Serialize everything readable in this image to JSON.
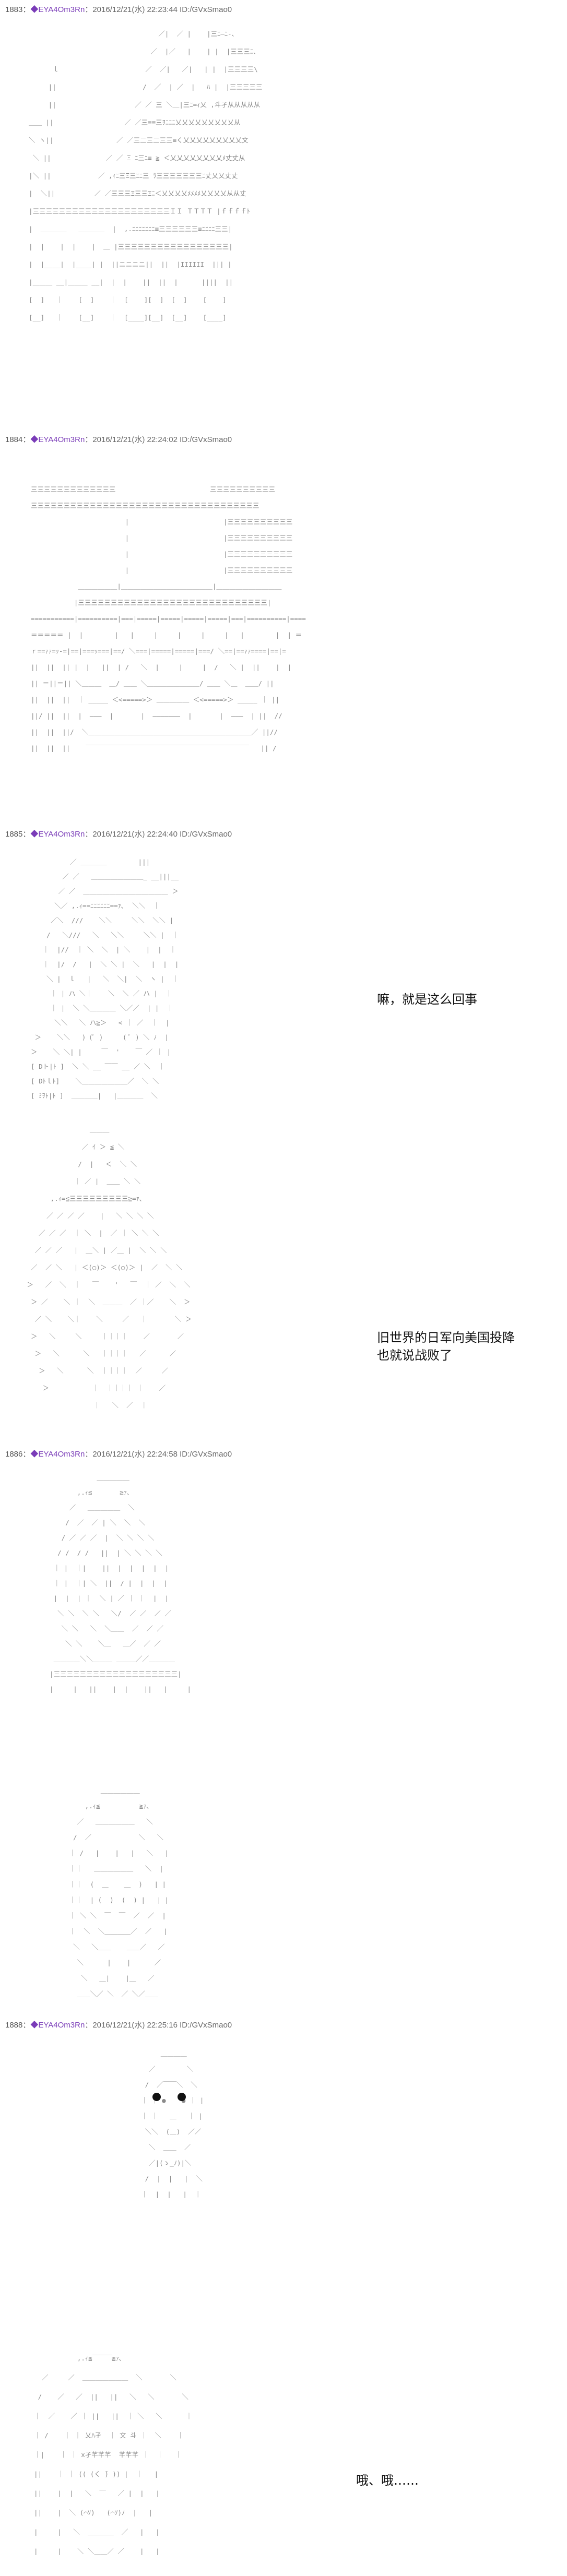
{
  "posts": [
    {
      "num": "1883",
      "sep": "：",
      "author": "◆EYA4Om3Rn",
      "meta": "：2016/12/21(水) 22:23:44 ID:/GVxSmao0"
    },
    {
      "num": "1884",
      "sep": "：",
      "author": "◆EYA4Om3Rn",
      "meta": "：2016/12/21(水) 22:24:02 ID:/GVxSmao0"
    },
    {
      "num": "1885",
      "sep": "：",
      "author": "◆EYA4Om3Rn",
      "meta": "：2016/12/21(水) 22:24:40 ID:/GVxSmao0"
    },
    {
      "num": "1886",
      "sep": "：",
      "author": "◆EYA4Om3Rn",
      "meta": "：2016/12/21(水) 22:24:58 ID:/GVxSmao0"
    },
    {
      "num": "1888",
      "sep": "：",
      "author": "◆EYA4Om3Rn",
      "meta": "：2016/12/21(水) 22:25:16 ID:/GVxSmao0"
    }
  ],
  "dialogue": {
    "d1": "嘛，就是这么回事",
    "d2_line1": "旧世界的日军向美国投降",
    "d2_line2": "也就说战败了",
    "d3": "哦、哦……"
  },
  "ascii_art": {
    "a1": "                                   ／|  ／ |    |三ﾆ―ﾆ-､\n                                 ／  |／   |    | |  |三三三ﾆ、\n        ｌ                      ／  ／|   ／|   | |  |三三三三\\\n       ||                      /  ／  | ／  |   ﾊ |  |三三三三三\n       ||                    ／ ／ 三 ＼＿|三ﾆ=ｨ乂 ,斗孑从从从从从\n  ＿＿ ||                  ／ ／三≡≡三ｦﾆﾆﾆ乂乂乂乂乂乂乂乂乂从\n  ＼ ヽ||                ／ ／三二三二三三≡く乂乂乂乂乂乂乂乂乂文\n   ＼ ||              ／ ／ Ξ ﾆ三ﾆ≡ ≧ ＜乂乂乂乂乂乂乂乂ﾒ丈丈从\n  |＼ ||            ／ ,ｨﾆ三Ξ三ﾆﾆ三 ﾗ三三三三三三三ﾆ丈乂乂丈丈\n  |  ＼||          ／ ／三三三Ξ三三Ξﾆ＜乂乂乂乂ﾒﾒﾒﾒ乂乂乂乂从从丈\n  |三三三三三三三三三三三三三三三三三三三三三ＩＩ ＴＴＴＴ |ｆｆｆｆﾄ\n  |  ＿＿＿＿   ＿＿＿＿  |  ,.ﾆﾆﾆﾆﾆﾆﾆ≡三三三三三三≡ﾆﾆﾆﾆ三三|\n  |  |    |  |    |  ＿ |三三三三三三三三三三三三三三三三三|\n  |  |____|  |____| |  ||ニニニニ||  ||  |IIIIII  ||| |\n  |＿＿＿ __|＿＿＿ __|  |  |    ||  ||  |      ||||  ||\n  [  ]   ｜    [  ]    ｜  [    ][  ]  [  ]    [    ]\n  [__]   ｜    [__]    ｜  [____][__]  [__]    [____]",
    "a2": "  三三三三三三三三三三三三三                        三三三三三三三三三三\n  三三三三三三三三三三三三三三三三三三三三三三三三三三三三三三三三三三三\n                          |                        |三三三三三三三三三三\n                          |                        |三三三三三三三三三三\n                          |                        |三三三三三三三三三三\n                          |                        |三三三三三三三三三三\n              ＿＿＿＿＿＿|＿＿＿＿＿＿＿＿＿＿＿＿＿＿|＿＿＿＿＿＿＿＿＿＿\n             |三三三三三三三三三三三三三三三三三三三三三三三三三三三三三|\n  ===========|==========|===|=====|=====|=====|=====|===|==========|====\n  ＝＝＝＝＝ |  |        |   |     |     |     |     |   |        |  | ＝\n  ｒ==ｧｧ=ｯ-=|==|===ｯ===|==/ ＼===|=====|=====|===/ ＼==|==ｧｧ====|==|=\n  ||  ||  || |  |   ||  | /   ＼  |     |     |  /   ＼ |  ||    |  |\n  || ＝||＝|| ＼＿＿＿  ＿/ ＿＿ ＼＿＿＿＿＿＿＿＿/ ＿＿ ＼＿  ＿＿/ ||\n  ||  ||  ||  ｜ _____ ＜<=====>＞ ＿＿＿＿＿ ＜<=====>＞ _____ ｜ ||\n  ||/ ||  ||  |  ―――  |       |  ―――――――  |       |  ―――  | ||  //\n  ||  ||  ||/  ＼＿＿＿＿＿＿＿＿＿＿＿＿＿＿＿＿＿＿＿＿＿＿＿＿＿／ ||//\n  ||  ||  ||    ￣￣￣￣￣￣￣￣￣￣￣￣￣￣￣￣￣￣￣￣￣￣￣￣￣   || /",
    "a3": "            ／ ＿＿＿＿        |||\n          ／ ／   ＿＿＿＿＿＿＿＿_ __|||__\n         ／ ／  ＿＿＿＿＿＿＿＿＿＿＿＿＿ ＞\n        ＼／ ,.ｨ==ﾆﾆﾆﾆﾆﾆ==ｧ､  ＼＼  ｜\n       ／＼  ///    ＼＼     ＼＼  ＼＼ |\n      /   ＼///   ＼   ＼＼     ＼＼ |  ｜\n     ｜  |//  ｜ ＼  ＼  | ＼    |  |  ｜\n     ｜  |/  /   |  ＼ ＼ |  ＼   |  |  |\n      ＼ |  ｌ   |   ＼  ＼|  ＼  ヽ |  ｜\n       ｜ | ハ ＼｜    ＼  ＼ ／ ハ |  ｜\n       ｜ |  ＼ ＼＿＿＿＿ ＼／／  | |  ｜\n        ＼＼   ＼ ハ≧＞   < ｜ ／  ｜  |\n   ＞    ＼＼   ) (ﾟ )     ( ﾟ ) ＼ ﾉ  |\n  ＞    ＼ ＼| |     ￣  '    ￣ ／ ｜ |\n  [ Dト|ﾄ ]  ＼ ＼ __ ￣￣ __ ／ ＼  ｜\n  [ Dﾄｌﾄ]    ＼＿＿＿＿＿＿＿／  ＼ ＼\n  [ ﾐｦﾄ|ﾄ ]  ＿＿＿＿|   |＿＿＿＿  ＼",
    "a4": "                 ＿＿＿\n               ／ ｲ ＞ ≦ ＼\n              /  |   ＜  ＼ ＼\n             ｜ ／ |  ＿＿ ＼ ＼\n       ,.ｨ=≦三三三三三三三三三≧=ｧ､\n      ／ ／ ／ ／    |   ＼ ＼ ＼ ＼\n    ／ ／ ／  ｜ ＼  |  ／ ｜ ＼ ＼ ＼\n   ／ ／ ／   |  ＿＼ | ／＿ |  ＼ ＼ ＼\n  ／  ／ ＼   | ＜(○)＞ ＜(○)＞ |  ／  ＼ ＼\n ＞   ／  ＼  ｜   ￣    '   ￣  ｜ ／  ＼  ＼\n  ＞ ／    ＼ ｜  ＼  ＿＿＿  ／ ｜／    ＼  ＞\n   ／ ＼    ＼｜    ＼     ／   ｜       ＼ ＞\n  ＞   ＼     ＼     ｜｜｜｜    ／       ／\n   ＞   ＼      ＼   ｜｜｜｜   ／      ／\n    ＞   ＼      ＼  ｜｜｜｜  ／     ／\n     ＞           ｜  ｜｜｜｜ ｜    ／\n                  ｜   ＼  ／  ｜",
    "a5": "              ＿＿＿＿＿\n         ,.ｨ≦       ≧ｧ､\n       ／   ＿＿＿＿＿  ＼\n      /  ／  ／ | ＼  ＼  ＼\n     / ／ ／ ／  |  ＼ ＼ ＼ ＼\n    / /  / /   ||  | ＼ ＼ ＼ ＼\n   ｜ |  ｜|    ||  |  |  |  |  |\n   ｜ |  ｜| ＼  ||  / |  |  |  |\n   |  |  | ｜  ＼ | ／ ｜ ｜  |  |\n    ＼ ＼  ＼ ＼   ＼/  ／ ／  ／ ／\n     ＼ ＼   ＼  ＼＿＿  ／  ／ ／\n      ＼ ＼    ＼＿   ＿／  ／ ／\n   ＿＿＿＿＼＼＿＿＿ ＿＿＿／／＿＿＿＿\n  |三三三三三三三三三三三三三三三三三三三|\n  |     |   ||    |  |    ||   |     |",
    "a6": "           ＿＿＿＿＿＿\n       ,.ｨ≦          ≧ｧ､\n     ／   ＿＿＿＿＿＿   ＼\n    /  ／            ＼   ＼\n   ｜ /   |    |   |   ＼   |\n   ｜｜   ＿＿＿＿＿＿   ＼  |\n   ｜｜  (  ＿    ＿  )   | |\n   ｜｜  | (  )  (  ) |   | |\n   ｜ ＼ ＼  ￣  ￣  ／  ／  |\n   ｜  ＼  ＼＿＿＿＿／  ／   |\n    ＼   ＼＿＿    ＿＿／   ／\n     ＼      |    |      ／\n      ＼   ＿|    |＿   ／\n     ＿＿＼／ ＼  ／ ＼／＿＿",
    "a7": "         ＿＿＿＿\n      ／        ＼\n     /  ／￣￣＼  ＼\n    ｜ ｜ ●    ● ｜ |\n    ｜ ｜   ＿   ｜ |\n     ＼＼  (＿)  ／／\n      ＼  ＿＿  ／\n      ／|(ゝ_ﾉ)|＼\n     /  |  |   |  ＼\n    ｜  |  |   |  ｜",
    "a8": "             ,.ｨ≦￣￣￣≧ｧ､\n    ／     ／  ＿＿＿＿＿＿＿  ＼       ＼\n   /    ／   ／  ||   ||   ＼   ＼       ＼\n  ｜  ／    ／ ｜ ||   ||  ｜ ＼   ＼      ｜\n  ｜ /    ｜ ｜ 乂ﾊ孑  ｜ 文 斗 ｜  ＼    ｜\n  ｜|    ｜ ｜ x孑芊芊芊  芊芊芊 ｜  ｜   ｜\n  ||    ｜ ｜ (( (く ̄) )) |  ｜   |\n  ||    |  |   ＼  ￣   ／ |  |   |\n  ||    |  ＼ (⌒ｿ)   (⌒ｿ)ﾉ  |   |\n  |     |   ＼  ＿＿＿＿  ／   |   |\n  |     |    ＼ ＼＿＿／ ／    |   |"
  }
}
